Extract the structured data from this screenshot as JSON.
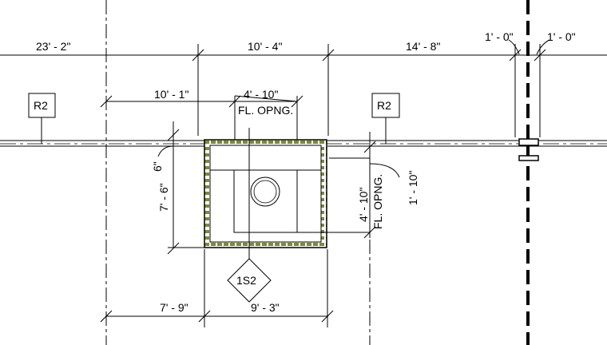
{
  "drawing": {
    "dimensions": {
      "top_left": "23' - 2\"",
      "top_mid": "10' - 4\"",
      "top_right": "14' - 8\"",
      "grid_left": "1' - 0\"",
      "grid_right": "1' - 0\"",
      "offset_to_opening": "10' - 1\"",
      "opening_width": "4' - 10\"",
      "opening_label_top": "FL. OPNG.",
      "small_left": "6\"",
      "height_left": "7' - 6\"",
      "opening_height": "4' - 10\"",
      "opening_label_side": "FL. OPNG.",
      "right_vertical": "1' - 10\"",
      "bottom_left": "7' - 9\"",
      "bottom_width": "9' - 3\""
    },
    "tags": {
      "room_left": "R2",
      "room_right": "R2",
      "detail_marker": "1S2"
    },
    "colors": {
      "line": "#000000",
      "hatch": "#7a8a3a",
      "centerline": "#000000"
    }
  }
}
